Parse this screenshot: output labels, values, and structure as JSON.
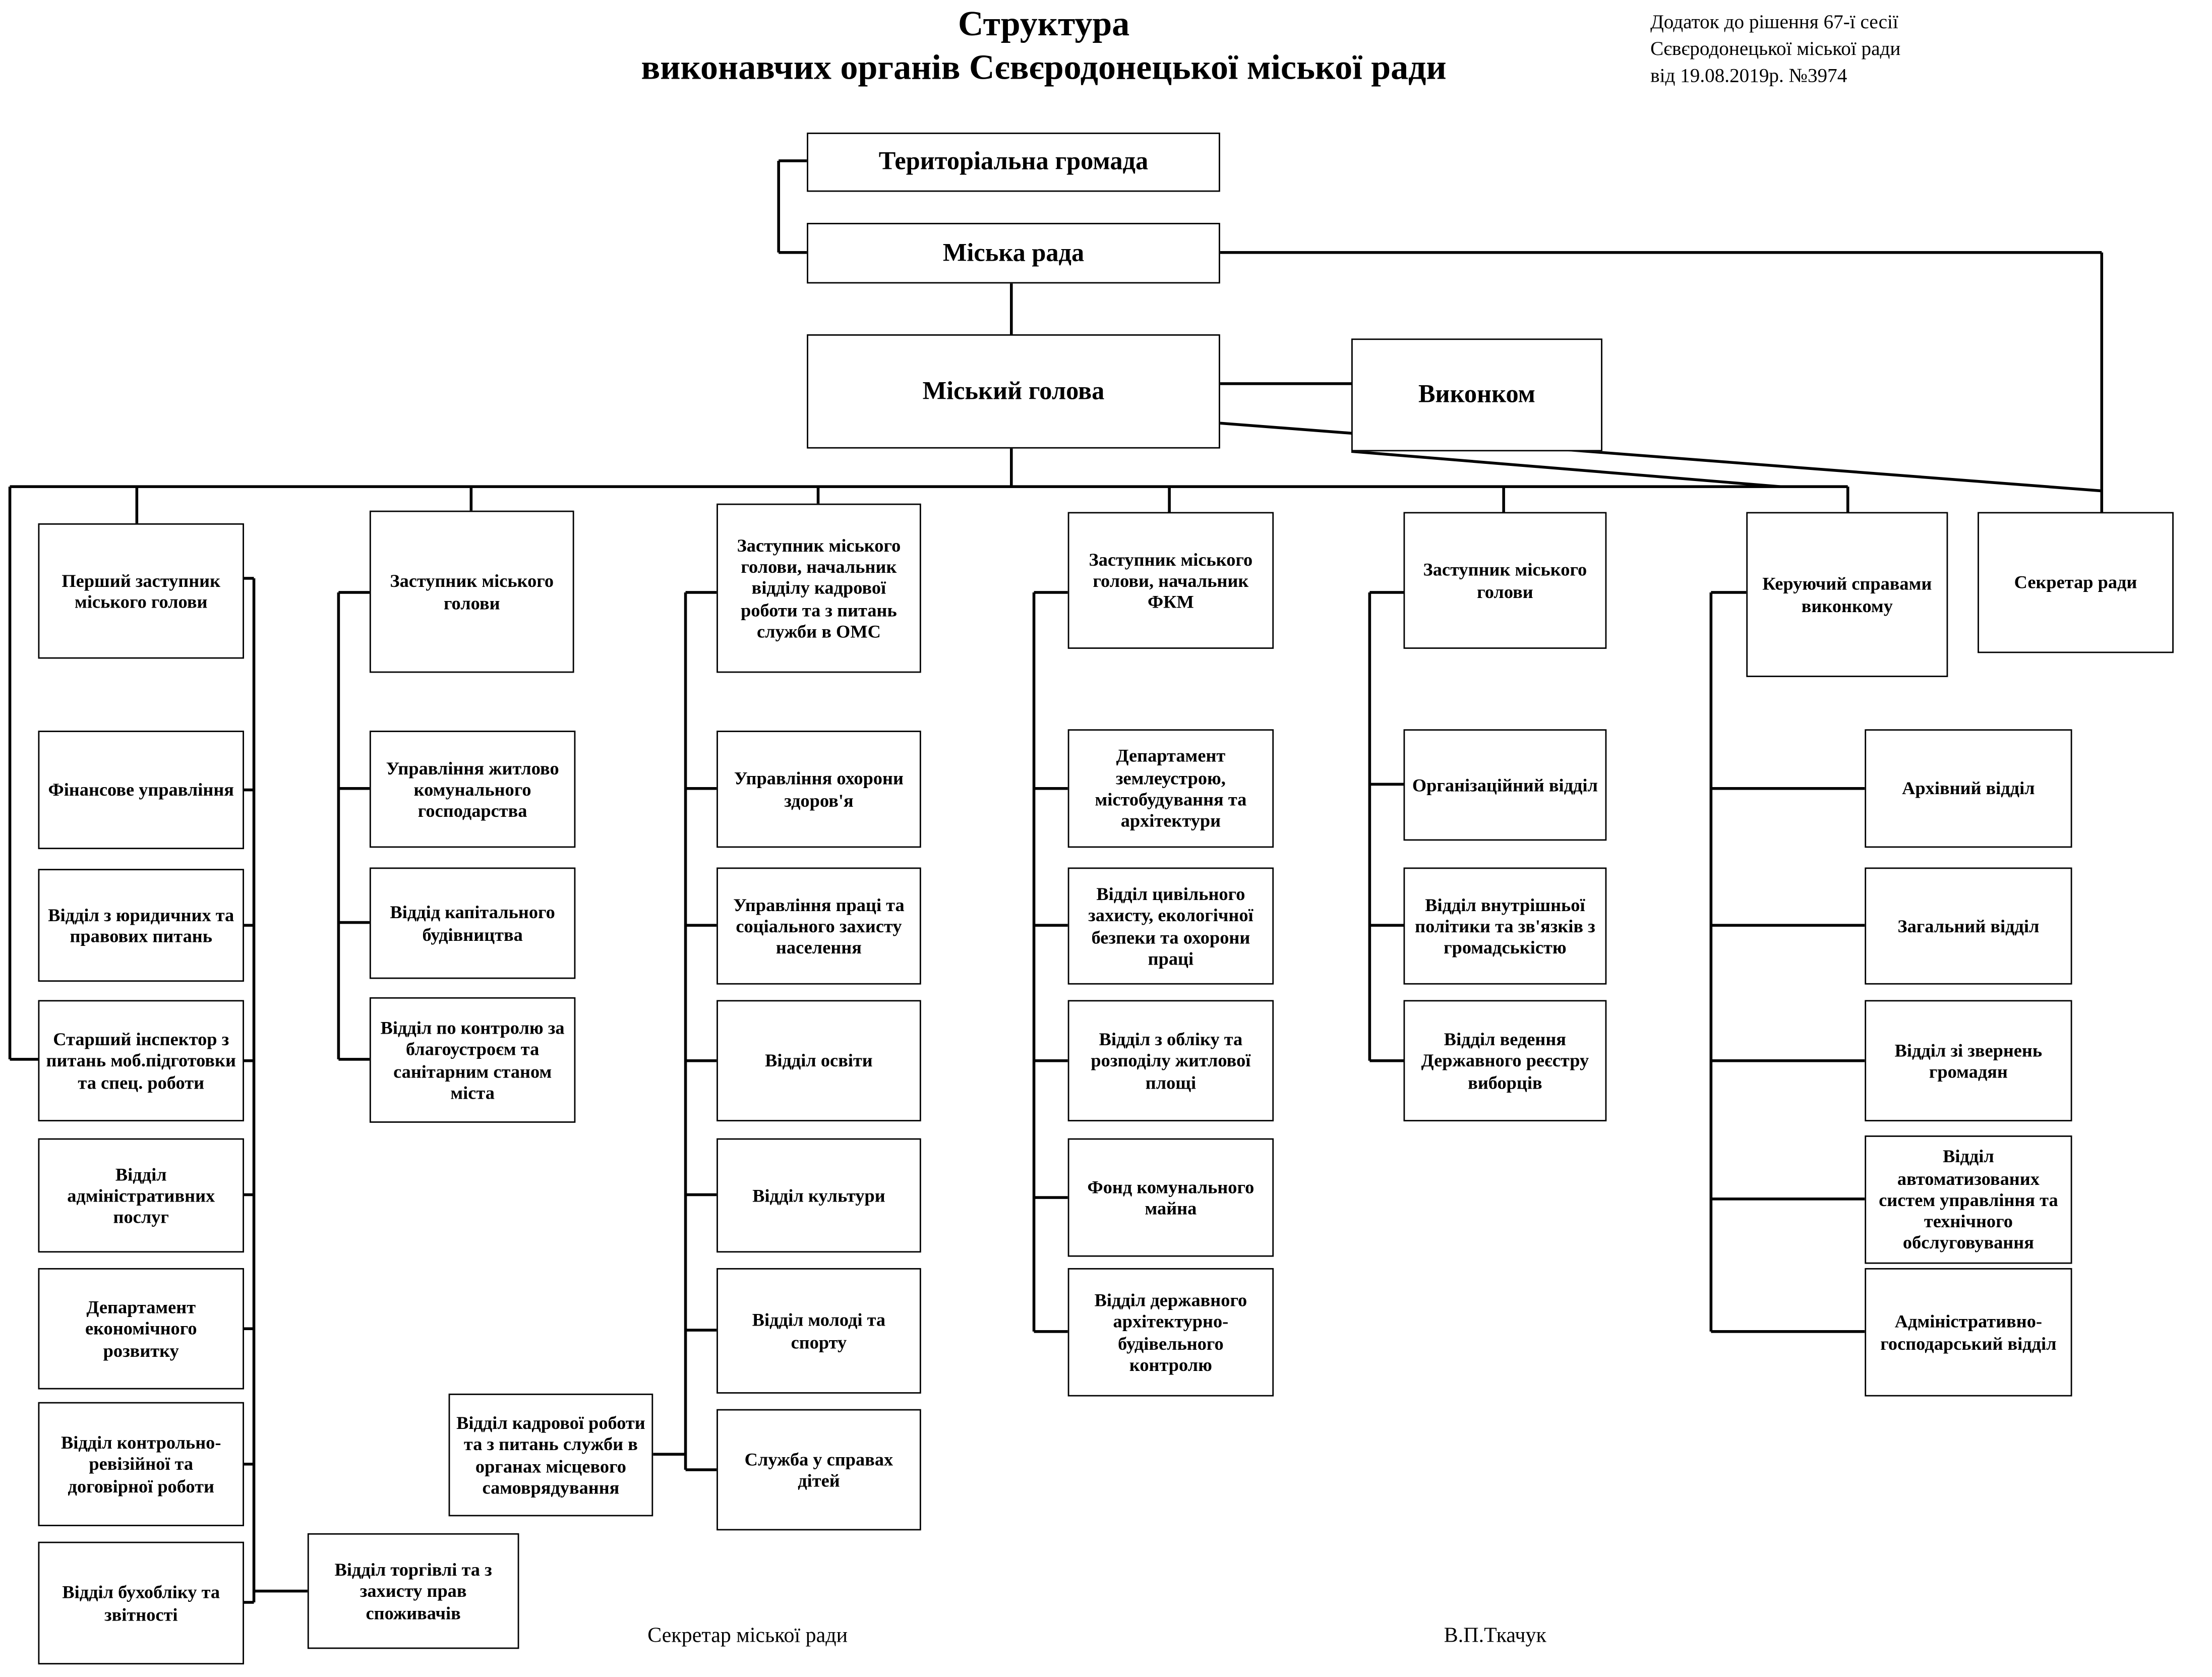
{
  "title": {
    "line1": "Структура",
    "line2": "виконавчих органів Сєвєродонецької міської ради"
  },
  "note": {
    "line1": "Додаток до рішення 67-ї сесії",
    "line2": "Сєвєродонецької міської ради",
    "line3": "від 19.08.2019р. №3974"
  },
  "top": {
    "community": "Територіальна громада",
    "council": "Міська рада",
    "mayor": "Міський голова",
    "executive": "Виконком"
  },
  "deputies": [
    {
      "label": "Перший заступник міського голови"
    },
    {
      "label": "Заступник міського голови"
    },
    {
      "label": "Заступник міського голови, начальник відділу кадрової роботи та з питань служби в ОМС"
    },
    {
      "label": "Заступник міського голови, начальник ФКМ"
    },
    {
      "label": "Заступник міського голови"
    },
    {
      "label": "Керуючий справами виконкому"
    },
    {
      "label": "Секретар ради"
    }
  ],
  "columns": [
    {
      "boxes": [
        "Фінансове управління",
        "Відділ з юридичних та правових питань",
        "Старший інспектор з питань моб.підготовки та спец. роботи",
        "Відділ адміністративних послуг",
        "Департамент економічного розвитку",
        "Відділ контрольно-ревізійної та договірної роботи",
        "Відділ бухобліку та звітності",
        "Відділ торгівлі та з захисту прав споживачів"
      ]
    },
    {
      "boxes": [
        "Управління житлово комунального господарства",
        "Віддід капітального будівництва",
        "Відділ по контролю за благоустроєм та санітарним станом міста"
      ]
    },
    {
      "boxes": [
        "Управління охорони здоров'я",
        "Управління праці та соціального захисту населення",
        "Відділ освіти",
        "Відділ культури",
        "Відділ молоді та спорту",
        "Служба у справах дітей",
        "Відділ кадрової роботи та з питань служби в органах місцевого самоврядування"
      ]
    },
    {
      "boxes": [
        "Департамент землеустрою, містобудування та архітектури",
        "Відділ цивільного захисту, екологічної безпеки та охорони праці",
        "Відділ з обліку та розподілу житлової площі",
        "Фонд комунального майна",
        "Відділ державного архітектурно-будівельного контролю"
      ]
    },
    {
      "boxes": [
        "Організаційний відділ",
        "Відділ внутрішньої політики та зв'язків з громадськістю",
        "Відділ ведення Державного реєстру виборців"
      ]
    },
    {
      "boxes": [
        "Архівний відділ",
        "Загальний відділ",
        "Відділ зі звернень громадян",
        "Відділ автоматизованих систем управління та технічного обслуговування",
        "Адміністративно-господарський відділ"
      ]
    }
  ],
  "footer": {
    "left": "Секретар міської ради",
    "right": "В.П.Ткачук"
  },
  "colors": {
    "line": "#000000",
    "box_border": "#000000",
    "background": "#ffffff",
    "text": "#000000"
  }
}
